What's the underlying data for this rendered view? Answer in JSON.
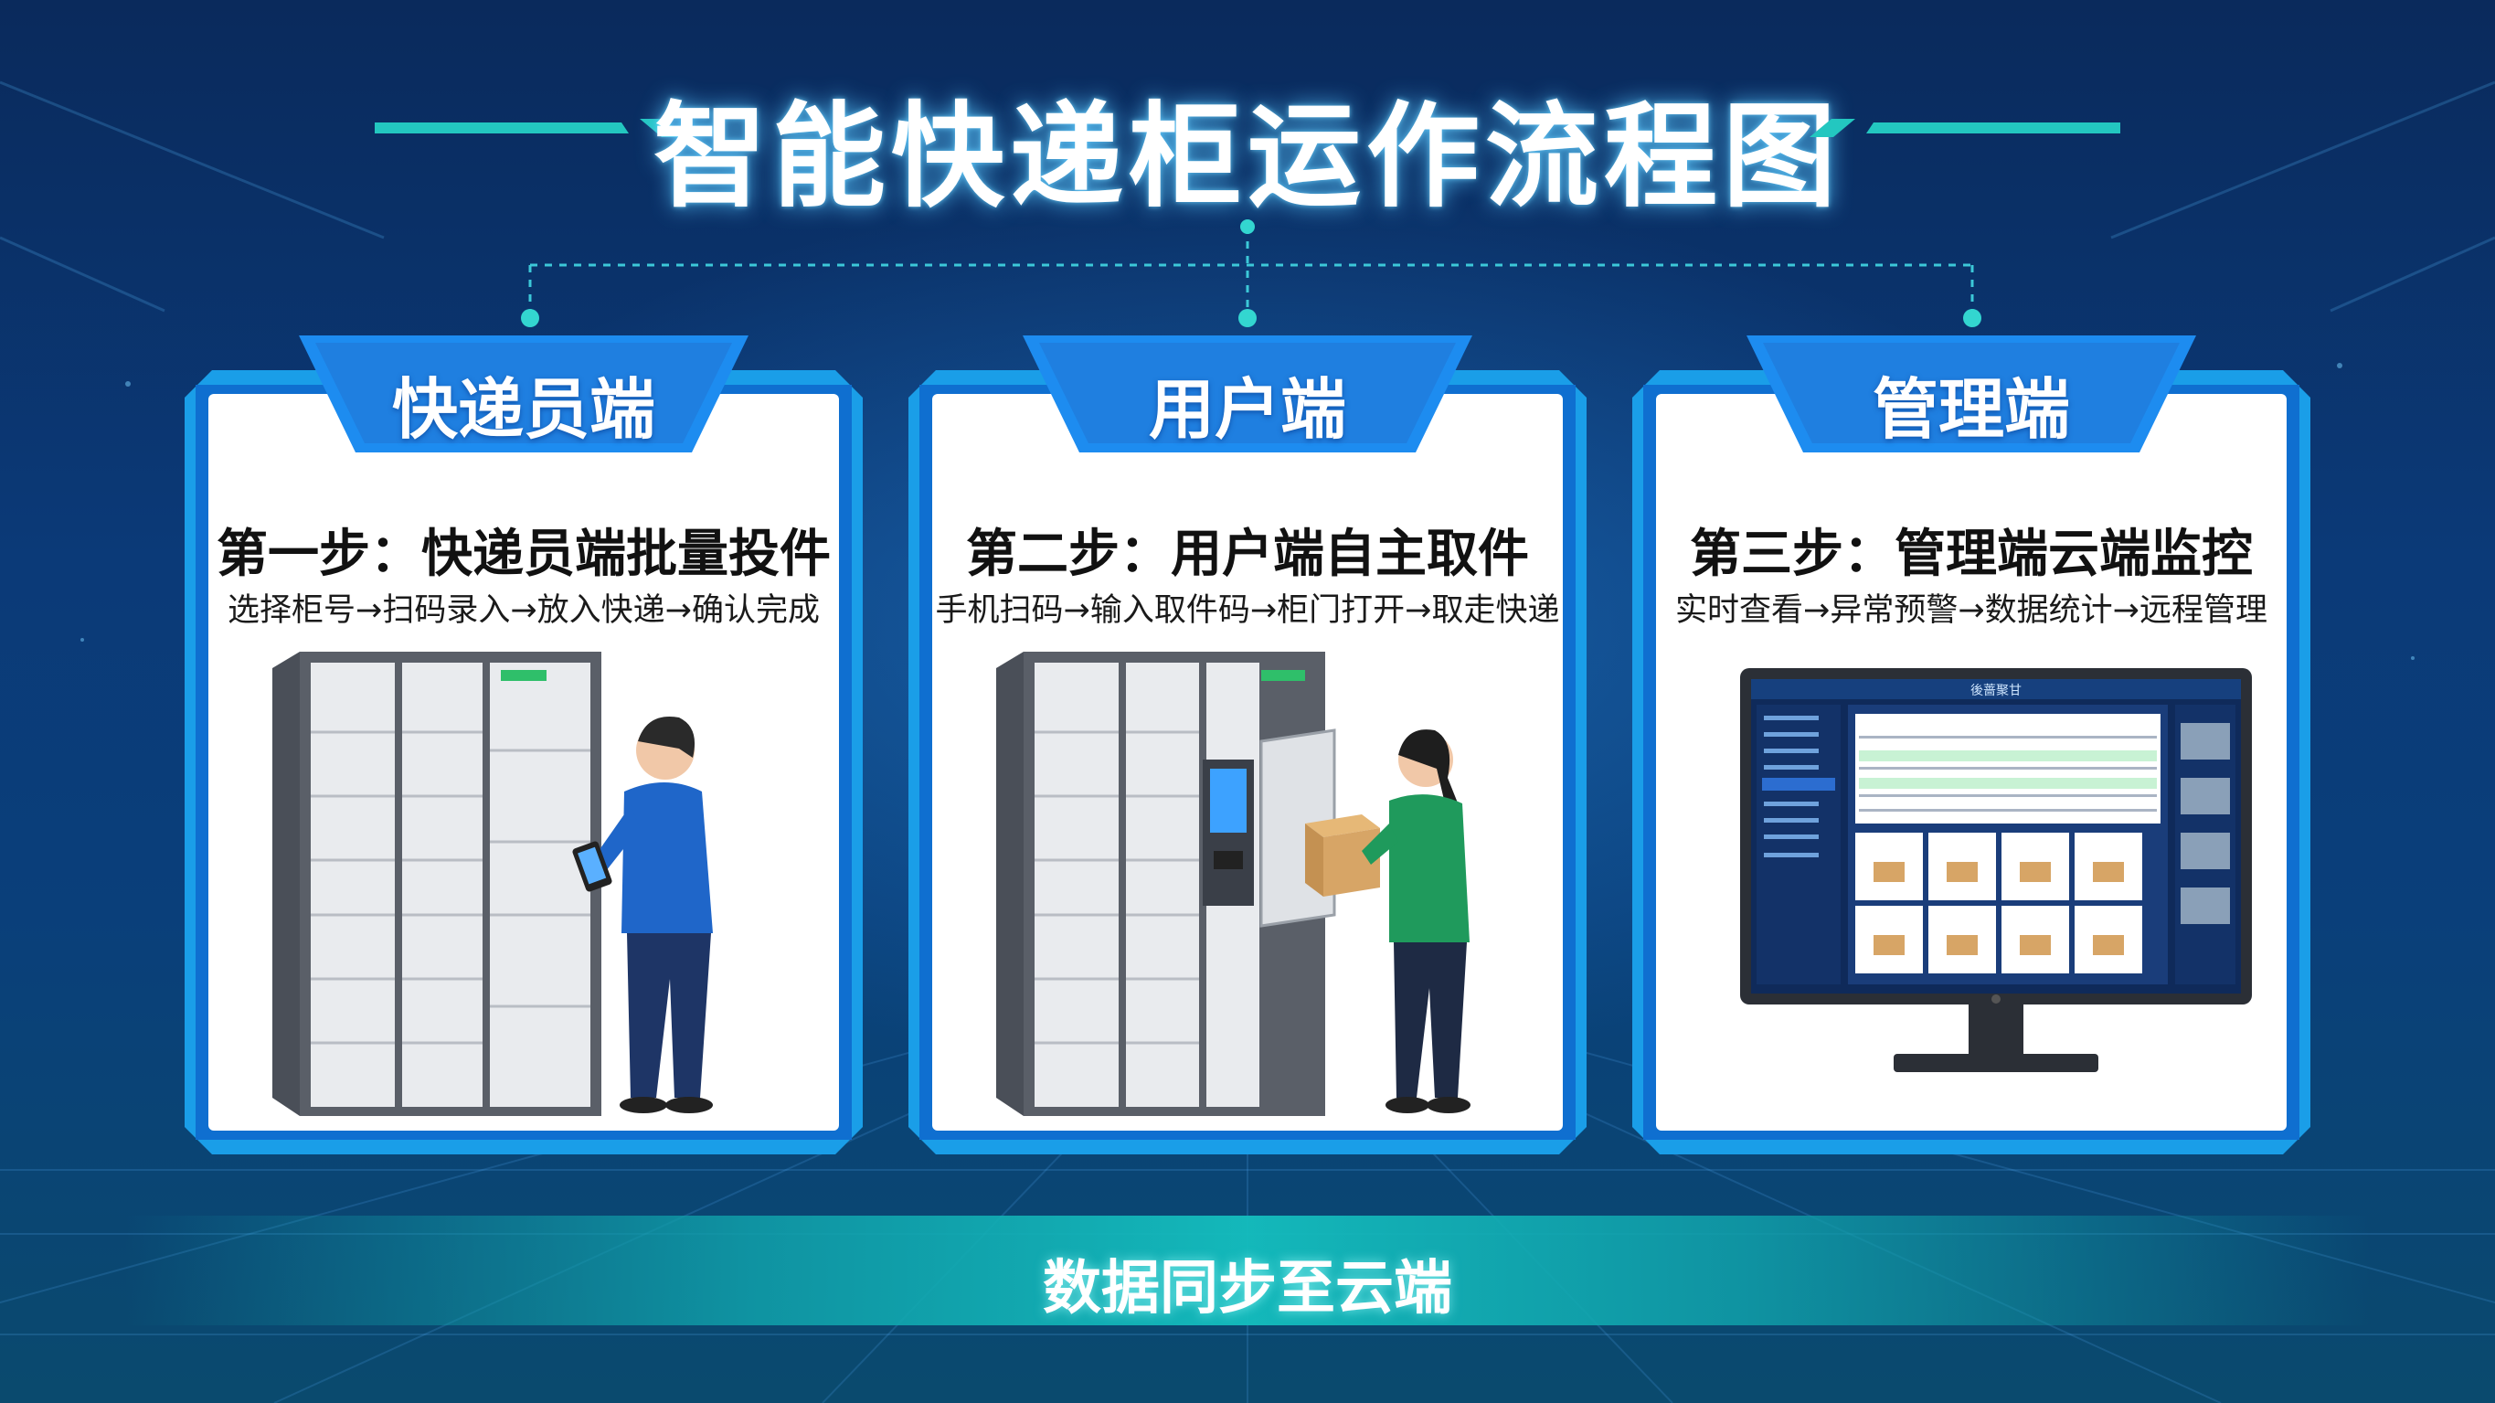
{
  "title": "智能快递柜运作流程图",
  "cards": [
    {
      "tab": "快递员端",
      "step_title": "第一步：快递员端批量投件",
      "step_desc": "选择柜号→扫码录入→放入快递→确认完成",
      "illustration": "courier-scanning-locker"
    },
    {
      "tab": "用户端",
      "step_title": "第二步：用户端自主取件",
      "step_desc": "手机扫码→输入取件码→柜门打开→取走快递",
      "illustration": "user-picking-up-parcel"
    },
    {
      "tab": "管理端",
      "step_title": "第三步：管理端云端监控",
      "step_desc": "实时查看→异常预警→数据统计→远程管理",
      "illustration": "admin-monitor-dashboard"
    }
  ],
  "monitor_header": "後蔷聚甘",
  "bottom_banner": "数据同步至云端",
  "colors": {
    "background": "#0b3a78",
    "card_border": "#1aa8f0",
    "tab": "#1f7fe0",
    "banner": "#14b4b4",
    "accent": "#28d2c8"
  }
}
